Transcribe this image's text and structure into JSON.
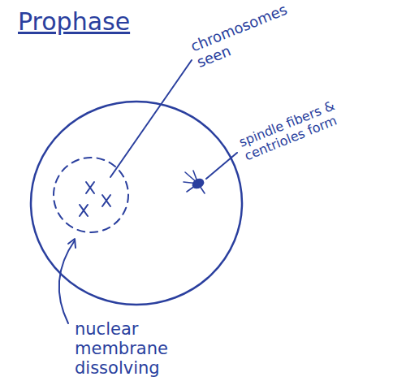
{
  "diagram": {
    "title": "Prophase",
    "labels": [
      "chromosomes seen",
      "spindle fibers & centrioles form",
      "nuclear membrane dissolving"
    ]
  }
}
